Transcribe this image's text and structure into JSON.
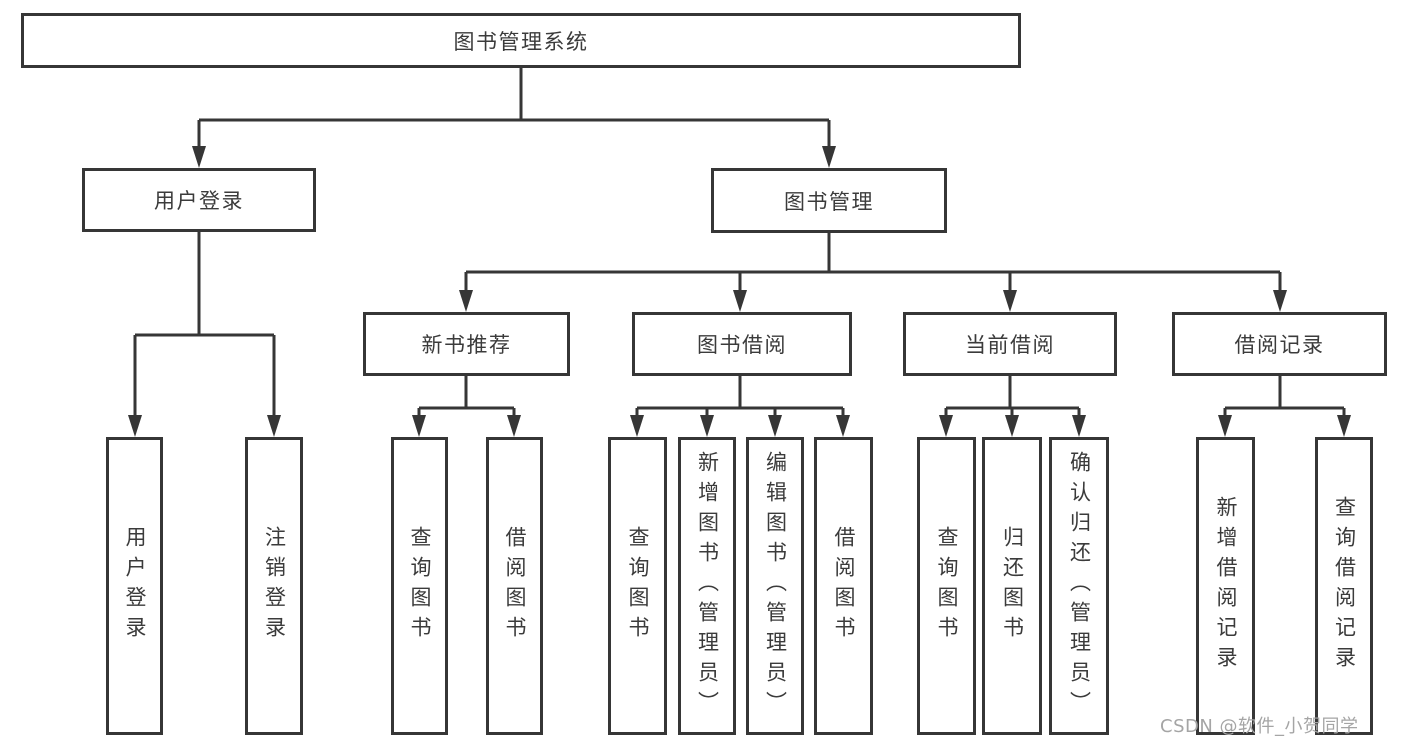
{
  "tree": {
    "root": "图书管理系统",
    "branches": [
      {
        "label": "用户登录",
        "children": [
          "用户登录",
          "注销登录"
        ]
      },
      {
        "label": "图书管理",
        "groups": [
          {
            "label": "新书推荐",
            "children": [
              "查询图书",
              "借阅图书"
            ]
          },
          {
            "label": "图书借阅",
            "children": [
              "查询图书",
              "新增图书（管理员）",
              "编辑图书（管理员）",
              "借阅图书"
            ]
          },
          {
            "label": "当前借阅",
            "children": [
              "查询图书",
              "归还图书",
              "确认归还（管理员）"
            ]
          },
          {
            "label": "借阅记录",
            "children": [
              "新增借阅记录",
              "查询借阅记录"
            ]
          }
        ]
      }
    ]
  },
  "colors": {
    "line": "#363636",
    "text": "#3b3b3b",
    "watermark": "#a5a5a5"
  },
  "watermark": "CSDN @软件_小贺同学"
}
